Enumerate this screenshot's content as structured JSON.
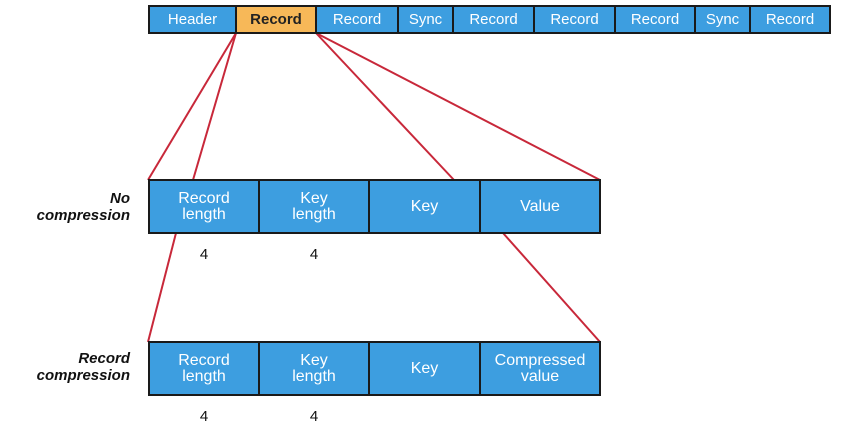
{
  "top_row": [
    "Header",
    "Record",
    "Record",
    "Sync",
    "Record",
    "Record",
    "Record",
    "Sync",
    "Record"
  ],
  "highlighted_index": 1,
  "no_compression": {
    "label_line1": "No",
    "label_line2": "compression",
    "cells": [
      {
        "line1": "Record",
        "line2": "length"
      },
      {
        "line1": "Key",
        "line2": "length"
      },
      {
        "line1": "Key",
        "line2": ""
      },
      {
        "line1": "Value",
        "line2": ""
      }
    ],
    "sizes": [
      "4",
      "4"
    ]
  },
  "record_compression": {
    "label_line1": "Record",
    "label_line2": "compression",
    "cells": [
      {
        "line1": "Record",
        "line2": "length"
      },
      {
        "line1": "Key",
        "line2": "length"
      },
      {
        "line1": "Key",
        "line2": ""
      },
      {
        "line1": "Compressed",
        "line2": "value"
      }
    ],
    "sizes": [
      "4",
      "4"
    ]
  },
  "colors": {
    "cell_fill": "#3d9ee0",
    "highlight_fill": "#f7b858",
    "connector": "#c8283a",
    "border": "#1a1a1a"
  }
}
